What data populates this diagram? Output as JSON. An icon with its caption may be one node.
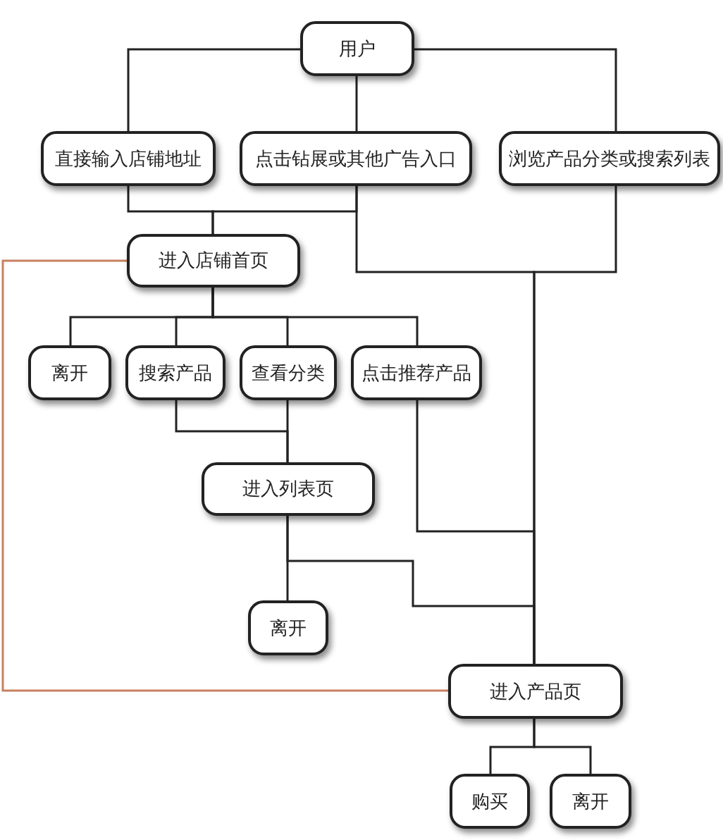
{
  "diagram": {
    "nodes": [
      {
        "text": [
          "用户"
        ]
      },
      {
        "text": [
          "直接输入店铺地址"
        ]
      },
      {
        "text": [
          "点击钻展或其他广告入口"
        ]
      },
      {
        "text": [
          "浏览产品分类或搜索列表"
        ]
      },
      {
        "text": [
          "进入店铺首页"
        ]
      },
      {
        "text": [
          "离开"
        ]
      },
      {
        "text": [
          "搜索产品"
        ]
      },
      {
        "text": [
          "查看分类"
        ]
      },
      {
        "text": [
          "点击推荐产品"
        ]
      },
      {
        "text": [
          "进入列表页"
        ]
      },
      {
        "text": [
          "离开"
        ]
      },
      {
        "text": [
          "进入产品页"
        ]
      },
      {
        "text": [
          "购买"
        ]
      },
      {
        "text": [
          "离开"
        ]
      }
    ],
    "edges": [
      {
        "from": 0,
        "to": 1,
        "arrow": "none"
      },
      {
        "from": 0,
        "to": 2,
        "arrow": "none"
      },
      {
        "from": 0,
        "to": 3,
        "arrow": "none"
      },
      {
        "from": 1,
        "to": 4,
        "arrow": "none"
      },
      {
        "from": 2,
        "to": 4,
        "arrow": "none"
      },
      {
        "from": 2,
        "to": 11,
        "arrow": "none"
      },
      {
        "from": 3,
        "to": 11,
        "arrow": "none"
      },
      {
        "from": 4,
        "to": 5,
        "arrow": "none"
      },
      {
        "from": 4,
        "to": 6,
        "arrow": "none"
      },
      {
        "from": 4,
        "to": 7,
        "arrow": "none"
      },
      {
        "from": 4,
        "to": 8,
        "arrow": "none"
      },
      {
        "from": 6,
        "to": 9,
        "arrow": "none"
      },
      {
        "from": 7,
        "to": 9,
        "arrow": "none"
      },
      {
        "from": 9,
        "to": 10,
        "arrow": "none"
      },
      {
        "from": 9,
        "to": 11,
        "arrow": "none"
      },
      {
        "from": 8,
        "to": 11,
        "arrow": "none"
      },
      {
        "from": 4,
        "to": 11,
        "arrow": "none",
        "color": "#c8805f"
      },
      {
        "from": 11,
        "to": 12,
        "arrow": "none"
      },
      {
        "from": 11,
        "to": 13,
        "arrow": "none"
      }
    ]
  }
}
